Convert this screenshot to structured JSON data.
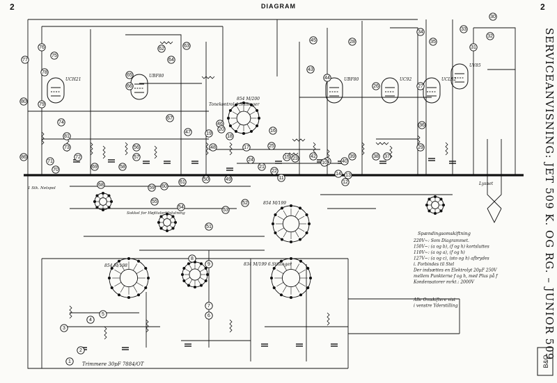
{
  "title": "DIAGRAM",
  "page_number": "2",
  "side_title": "SERVICEANVISNING: JET 509 K. OG RG. – JUNIOR 509",
  "logo_text": "B&O",
  "tubes": [
    "UCH21",
    "UBF80",
    "UBF80",
    "UC92",
    "UCL82",
    "UY85"
  ],
  "labels": {
    "tone_control": "Tonekontrol 4.Stillinger",
    "switch_top": "854 M/200",
    "switch_mid": "854 M/199",
    "switch_left": "854 M/198",
    "switch_right": "834 M/199 6.Stillinger",
    "socket": "Sokkel for Højttalertilslutning",
    "socket_note": "Sokkel for Højttaler",
    "mains": "Lysnet",
    "bottom_note": "Trimmere 30pF 7884/OT",
    "stab_mains": "1 Stk. Netspol"
  },
  "voltage_table": {
    "heading": "Spændingsomskiftning",
    "lines": [
      "220V~: Som Diagrammet.",
      "150V~: (a og b), (f og h) kortsluttes",
      "110V~: (a og a), (f og h)",
      "127V~: (a og c), (sto og h) afbrydes",
      "i. Forbindes til Stel",
      "Der indsættes en Elektrolyt 20µF 250V",
      "mellem Punkterne f og h, med Plus på f",
      "Kondensatorer mrkt.: 2000V",
      "",
      "",
      "Alle Omskiftere vist",
      "i venstre Yderstilling"
    ]
  },
  "callouts": {
    "left": [
      "76",
      "75",
      "77",
      "78",
      "80",
      "79",
      "86",
      "74",
      "81",
      "73",
      "72",
      "71",
      "70",
      "69",
      "68"
    ],
    "mid": [
      "62",
      "63",
      "64",
      "65",
      "66",
      "67",
      "56",
      "57",
      "58",
      "59",
      "60",
      "61",
      "55",
      "54",
      "53",
      "52",
      "51",
      "50",
      "49",
      "48",
      "47",
      "46"
    ],
    "right": [
      "45",
      "44",
      "43",
      "42",
      "41",
      "40",
      "39",
      "38",
      "37",
      "36",
      "35",
      "34",
      "33",
      "32",
      "31",
      "30",
      "29",
      "28",
      "27",
      "26",
      "25",
      "24",
      "23",
      "22",
      "21",
      "20",
      "19",
      "18",
      "17",
      "16",
      "15",
      "14",
      "13",
      "12",
      "11",
      "10",
      "9",
      "8",
      "7",
      "6",
      "5",
      "4",
      "3",
      "2",
      "1"
    ]
  },
  "colors": {
    "ink": "#111111",
    "paper": "#fbfbf8"
  }
}
